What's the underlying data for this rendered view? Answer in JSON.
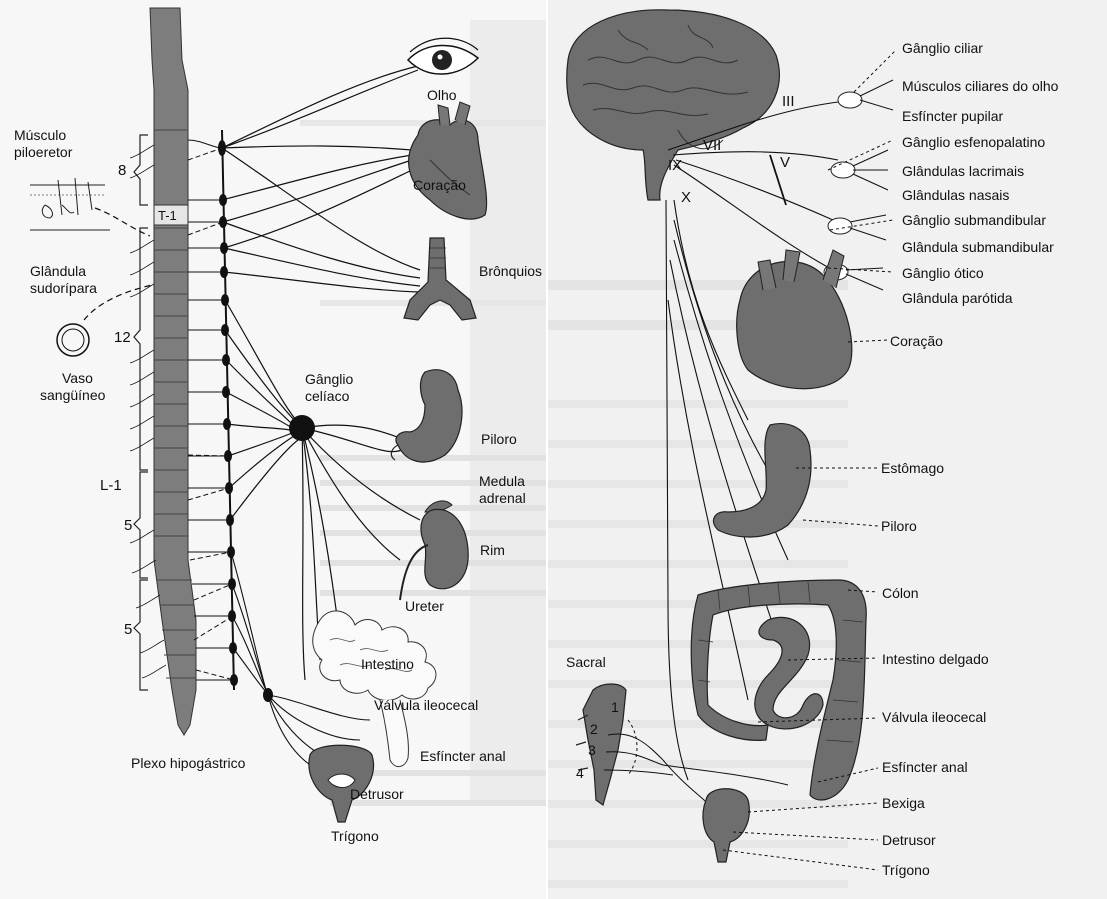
{
  "colors": {
    "organ_fill": "#6e6e6e",
    "spinal_cord": "#7d7d7d",
    "line": "#1a1a1a",
    "background_left": "#f7f7f7",
    "background_right": "#f1f1f1"
  },
  "left": {
    "labels": {
      "olho": "Olho",
      "musculo": "Músculo",
      "piloeretor": "piloeretor",
      "seg8": "8",
      "coracao": "Coração",
      "t1": "T-1",
      "glandula": "Glândula",
      "sudoripara": "sudorípara",
      "bronquios": "Brônquios",
      "seg12": "12",
      "vaso": "Vaso",
      "sanguineo": "sangüíneo",
      "ganglio": "Gânglio",
      "celiaco": "celíaco",
      "piloro": "Piloro",
      "l1": "L-1",
      "medula": "Medula",
      "adrenal": "adrenal",
      "seg5a": "5",
      "rim": "Rim",
      "ureter": "Ureter",
      "seg5b": "5",
      "intestino": "Intestino",
      "valvula": "Válvula ileocecal",
      "esfincter": "Esfíncter anal",
      "plexo": "Plexo hipogástrico",
      "detrusor": "Detrusor",
      "trigono": "Trígono"
    }
  },
  "right": {
    "labels": {
      "ganglio_ciliar": "Gânglio ciliar",
      "musculos_ciliares": "Músculos ciliares do olho",
      "esfincter_pupilar": "Esfíncter pupilar",
      "ganglio_esfeno": "Gânglio esfenopalatino",
      "glandulas_lacrimais": "Glândulas lacrimais",
      "glandulas_nasais": "Glândulas nasais",
      "ganglio_submand": "Gânglio submandibular",
      "glandula_submand": "Glândula submandibular",
      "ganglio_otico": "Gânglio ótico",
      "glandula_parotida": "Glândula parótida",
      "coracao": "Coração",
      "estomago": "Estômago",
      "piloro": "Piloro",
      "colon": "Cólon",
      "intestino_delgado": "Intestino delgado",
      "valvula": "Válvula ileocecal",
      "esfincter_anal": "Esfíncter anal",
      "bexiga": "Bexiga",
      "detrusor": "Detrusor",
      "trigono": "Trígono",
      "sacral": "Sacral",
      "s1": "1",
      "s2": "2",
      "s3": "3",
      "s4": "4",
      "n3": "III",
      "n7": "VII",
      "n5": "V",
      "n9": "IX",
      "n10": "X"
    }
  }
}
